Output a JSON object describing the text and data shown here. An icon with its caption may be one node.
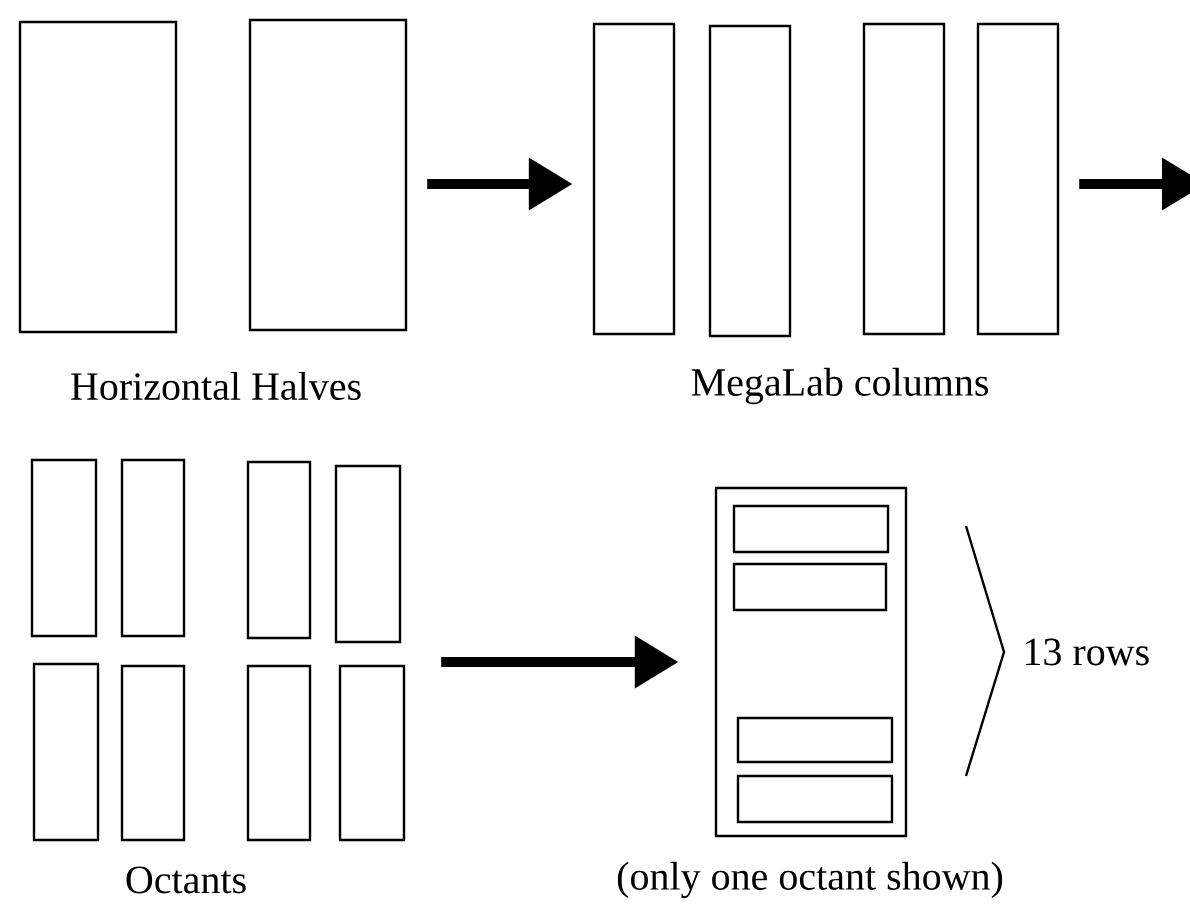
{
  "diagram": {
    "nodes": [
      {
        "text": [],
        "shape": "box"
      },
      {
        "text": [],
        "shape": "box"
      },
      {
        "text": [],
        "shape": "box"
      },
      {
        "text": [],
        "shape": "box"
      },
      {
        "text": [],
        "shape": "box"
      },
      {
        "text": [],
        "shape": "box"
      },
      {
        "text": [],
        "shape": "box"
      },
      {
        "text": [],
        "shape": "box"
      },
      {
        "text": [],
        "shape": "box"
      },
      {
        "text": [],
        "shape": "box"
      },
      {
        "text": [],
        "shape": "box"
      },
      {
        "text": [],
        "shape": "box"
      },
      {
        "text": [],
        "shape": "box"
      },
      {
        "text": [],
        "shape": "box"
      },
      {
        "text": [],
        "shape": "box"
      },
      {
        "text": [],
        "shape": "box",
        "in": 14
      },
      {
        "text": [],
        "shape": "box",
        "in": 14
      },
      {
        "text": [],
        "shape": "box",
        "in": 14
      },
      {
        "text": [],
        "shape": "box",
        "in": 14
      }
    ],
    "edges": [
      {
        "from": 1,
        "to": 2,
        "arrow": "to"
      },
      {
        "from": 5,
        "to": null,
        "arrow": "to"
      },
      {
        "from": 13,
        "to": 14,
        "arrow": "to"
      }
    ],
    "labels": [
      "Horizontal Halves",
      "MegaLab columns",
      "Octants",
      "(only one octant shown)",
      "13 rows"
    ]
  }
}
